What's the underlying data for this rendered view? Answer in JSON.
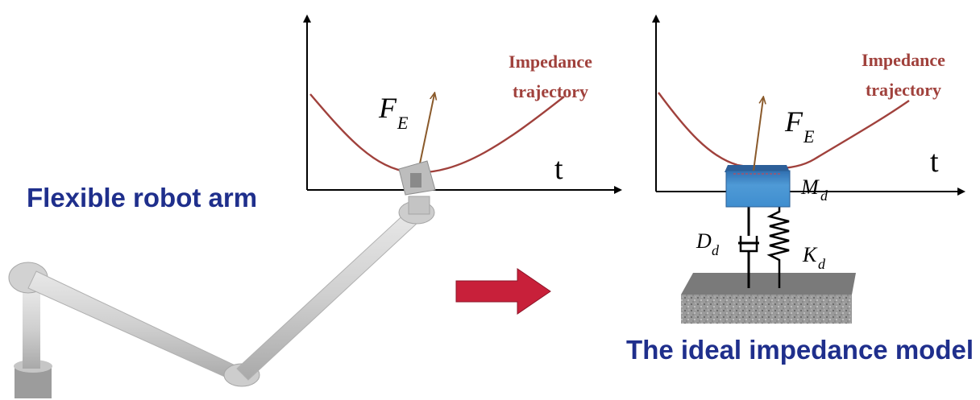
{
  "left_graph": {
    "curve_label_line1": "Impedance",
    "curve_label_line2": "trajectory",
    "force_symbol": "F",
    "force_subscript": "E",
    "x_axis_label": "t"
  },
  "right_graph": {
    "curve_label_line1": "Impedance",
    "curve_label_line2": "trajectory",
    "force_symbol": "F",
    "force_subscript": "E",
    "x_axis_label": "t"
  },
  "impedance_model": {
    "mass_symbol": "M",
    "mass_subscript": "d",
    "damper_symbol": "D",
    "damper_subscript": "d",
    "spring_symbol": "K",
    "spring_subscript": "d"
  },
  "captions": {
    "robot_arm": "Flexible robot arm",
    "ideal_model": "The ideal impedance model"
  },
  "colors": {
    "curve": "#a0413c",
    "caption": "#1f2f8c",
    "arrow": "#c8203a",
    "mass": "#3f8ecf",
    "force_arrow": "#8a5a2b"
  }
}
